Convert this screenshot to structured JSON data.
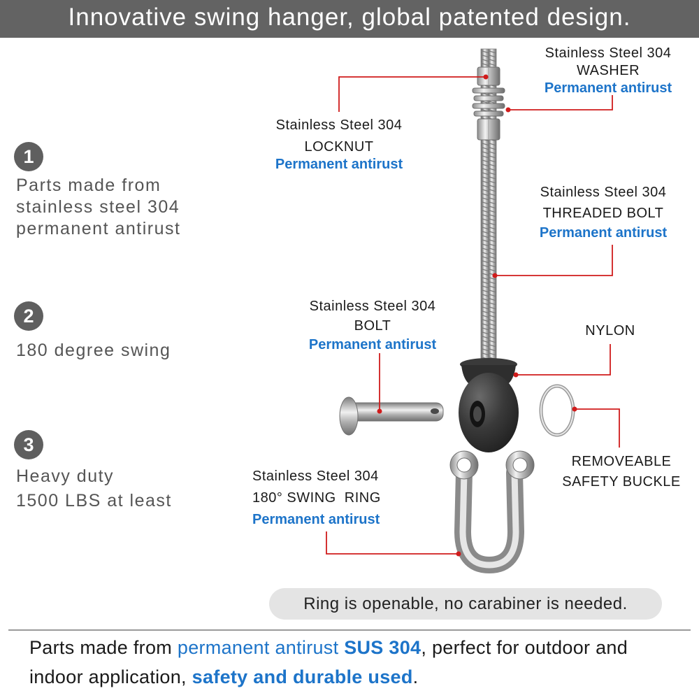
{
  "header": {
    "title": "Innovative swing hanger, global patented design."
  },
  "features": [
    {
      "number": "1",
      "lines": [
        "Parts made from",
        "stainless steel 304",
        "permanent antirust"
      ]
    },
    {
      "number": "2",
      "lines": [
        "180 degree swing"
      ]
    },
    {
      "number": "3",
      "lines": [
        "Heavy duty",
        "1500 LBS at least"
      ]
    }
  ],
  "callouts": {
    "washer": {
      "material": "Stainless Steel 304",
      "part": "WASHER",
      "feature": "Permanent antirust"
    },
    "locknut": {
      "material": "Stainless Steel 304",
      "part": "LOCKNUT",
      "feature": "Permanent antirust"
    },
    "threaded_bolt": {
      "material": "Stainless Steel 304",
      "part": "THREADED BOLT",
      "feature": "Permanent antirust"
    },
    "bolt": {
      "material": "Stainless Steel 304",
      "part": "BOLT",
      "feature": "Permanent antirust"
    },
    "nylon": {
      "part": "NYLON"
    },
    "buckle": {
      "line1": "REMOVEABLE",
      "line2": "SAFETY BUCKLE"
    },
    "ring": {
      "material": "Stainless Steel 304",
      "part": "180° SWING  RING",
      "feature": "Permanent antirust"
    }
  },
  "note": "Ring is openable, no carabiner is needed.",
  "footer": {
    "line1_a": "Parts made from ",
    "line1_b": "permanent antirust ",
    "line1_c": "SUS 304",
    "line1_d": ", perfect for outdoor and",
    "line2_a": "indoor application, ",
    "line2_b": "safety and durable used",
    "line2_c": "."
  },
  "colors": {
    "header_bg": "#636363",
    "accent_blue": "#1d74c9",
    "leader_red": "#d01c1c",
    "badge_gray": "#5f5f5f",
    "pill_bg": "#e4e4e4"
  }
}
